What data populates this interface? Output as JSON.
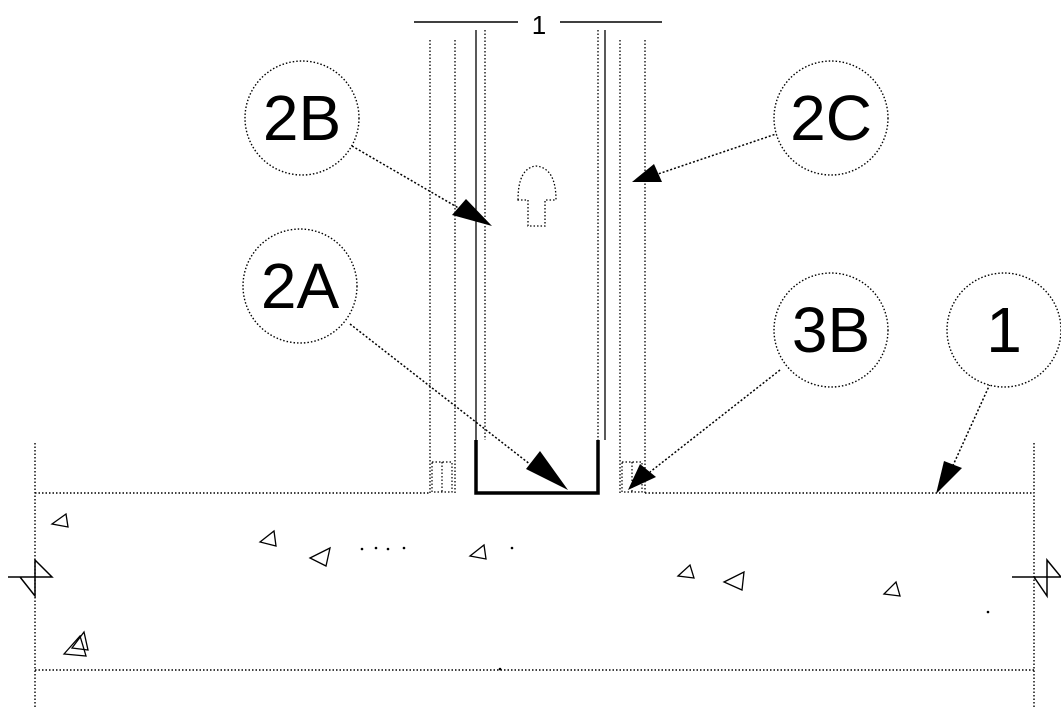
{
  "top_label": "1",
  "callouts": [
    {
      "id": "2b",
      "label": "2B"
    },
    {
      "id": "2c",
      "label": "2C"
    },
    {
      "id": "2a",
      "label": "2A"
    },
    {
      "id": "3b",
      "label": "3B"
    },
    {
      "id": "1",
      "label": "1"
    }
  ],
  "colors": {
    "line": "#000000",
    "background": "#ffffff",
    "dotted": "#555555"
  }
}
